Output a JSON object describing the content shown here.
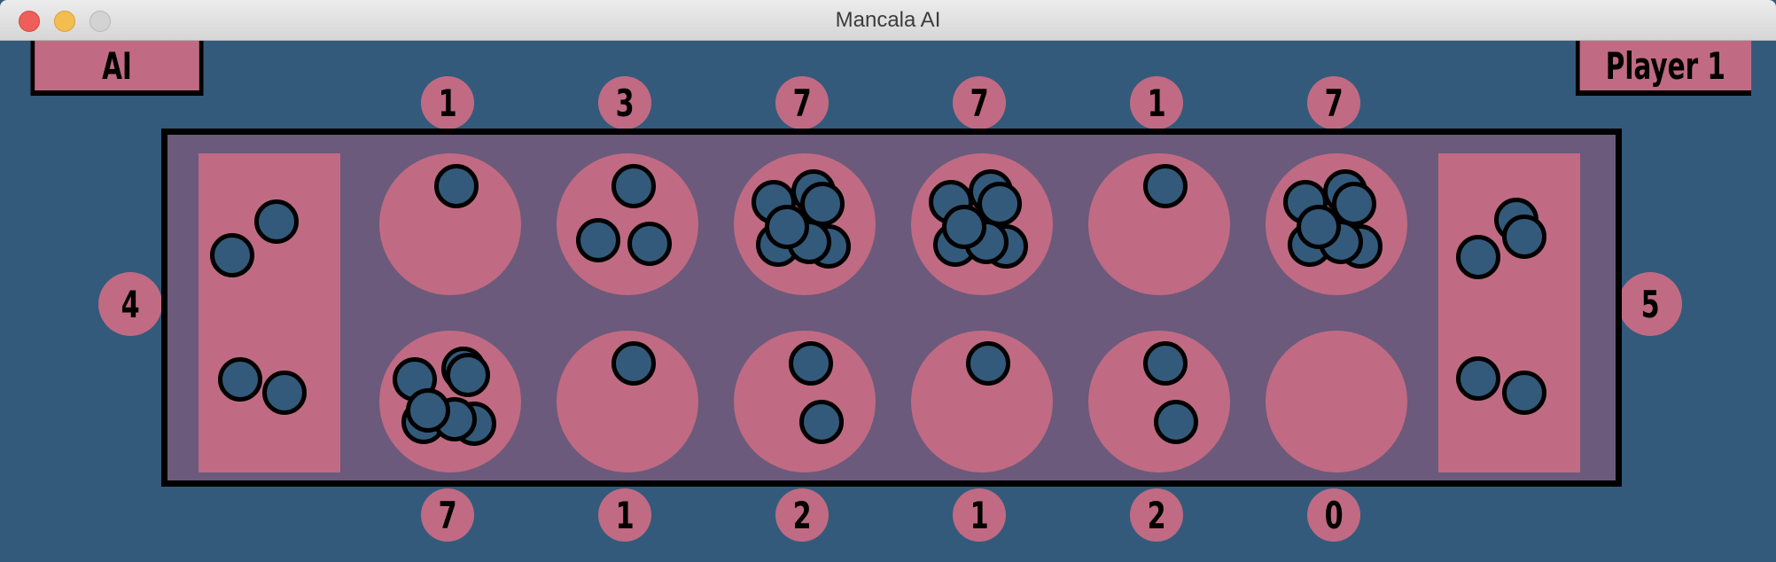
{
  "window": {
    "title": "Mancala AI"
  },
  "players": {
    "ai": "AI",
    "human": "Player 1"
  },
  "board": {
    "top_pits": [
      "1",
      "3",
      "7",
      "7",
      "1",
      "7"
    ],
    "bottom_pits": [
      "7",
      "1",
      "2",
      "1",
      "2",
      "0"
    ],
    "store_left": "4",
    "store_right": "5"
  },
  "colors": {
    "background": "#345a7b",
    "board": "#6b5a7b",
    "pit": "#c06b83",
    "stone": "#345a7b",
    "outline": "#000000"
  }
}
